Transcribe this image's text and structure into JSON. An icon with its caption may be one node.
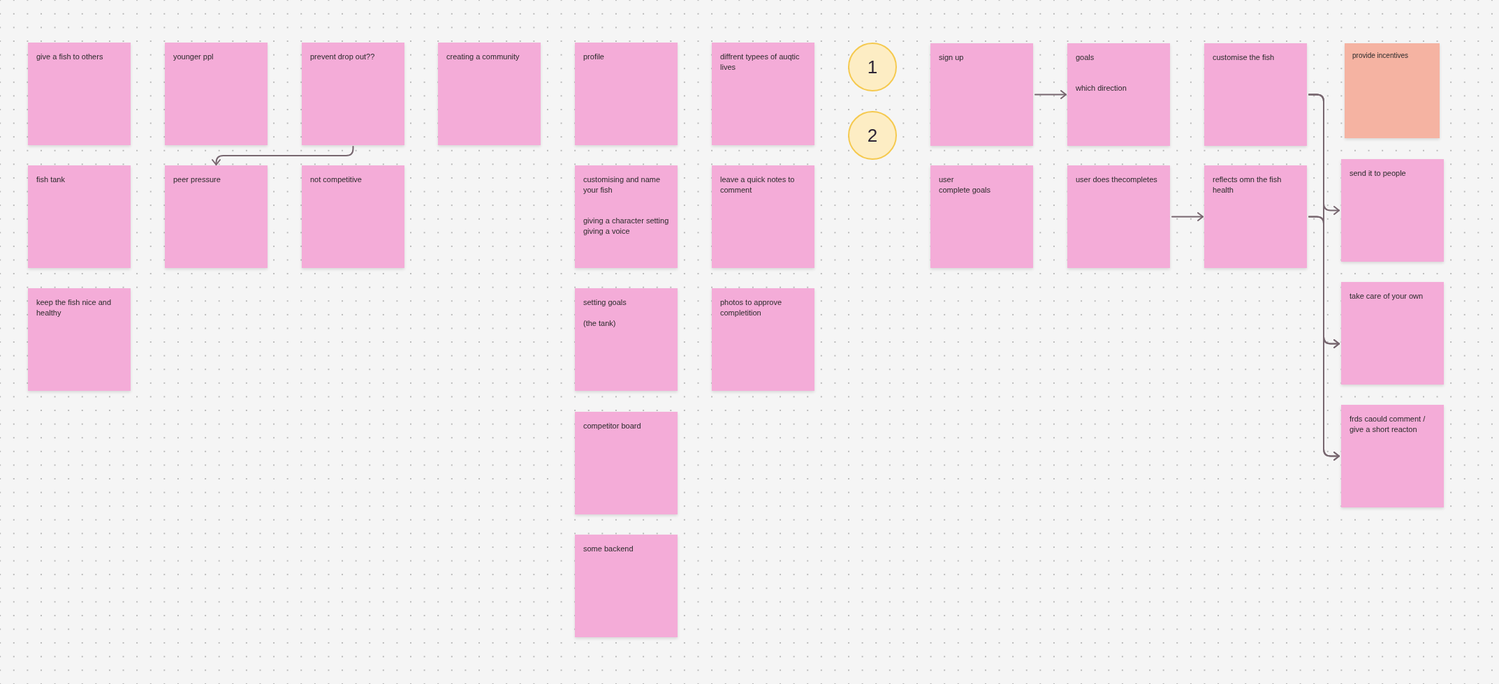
{
  "diagram": {
    "nodes": [
      {
        "text": [
          "give a fish to others"
        ]
      },
      {
        "text": [
          "fish tank"
        ]
      },
      {
        "text": [
          "keep the fish nice and healthy"
        ]
      },
      {
        "text": [
          "younger ppl"
        ]
      },
      {
        "text": [
          "peer pressure"
        ]
      },
      {
        "text": [
          "prevent drop out??"
        ]
      },
      {
        "text": [
          "not competitive"
        ]
      },
      {
        "text": [
          "creating a community"
        ]
      },
      {
        "text": [
          "profile"
        ]
      },
      {
        "text": [
          "customising and name your fish",
          "giving a character setting giving a voice"
        ]
      },
      {
        "text": [
          "setting goals",
          "(the tank)"
        ]
      },
      {
        "text": [
          "competitor board"
        ]
      },
      {
        "text": [
          "some backend"
        ]
      },
      {
        "text": [
          "diffrent typees of auqtic lives"
        ]
      },
      {
        "text": [
          "leave a quick notes to comment"
        ]
      },
      {
        "text": [
          "photos to approve completition"
        ]
      },
      {
        "text": [
          "1"
        ]
      },
      {
        "text": [
          "2"
        ]
      },
      {
        "text": [
          "sign up"
        ]
      },
      {
        "text": [
          "user",
          "complete goals"
        ]
      },
      {
        "text": [
          "goals",
          "which direction"
        ]
      },
      {
        "text": [
          "user does thecompletes"
        ]
      },
      {
        "text": [
          "customise the fish"
        ]
      },
      {
        "text": [
          "reflects omn the fish health"
        ]
      },
      {
        "text": [
          "provide incentives"
        ]
      },
      {
        "text": [
          "send it to people"
        ]
      },
      {
        "text": [
          "take care of your own"
        ]
      },
      {
        "text": [
          "frds caould comment / give a short reacton"
        ]
      }
    ],
    "edges": [
      {
        "from": 5,
        "to": 4,
        "arrow": "to"
      },
      {
        "from": 18,
        "to": 20,
        "arrow": "to"
      },
      {
        "from": 21,
        "to": 23,
        "arrow": "to"
      },
      {
        "from": 22,
        "to": 25,
        "arrow": "to"
      },
      {
        "from": 22,
        "to": 26,
        "arrow": "to"
      },
      {
        "from": 22,
        "to": 27,
        "arrow": "to"
      },
      {
        "from": 23,
        "to": 26,
        "arrow": "to"
      },
      {
        "from": 23,
        "to": 27,
        "arrow": "to"
      }
    ]
  }
}
